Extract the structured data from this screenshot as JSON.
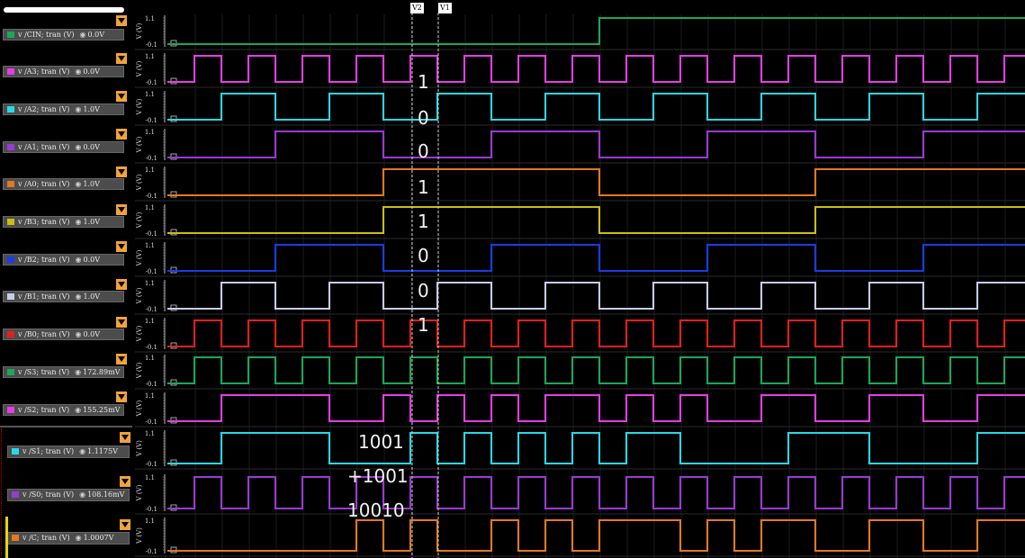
{
  "cursors": {
    "v2": "V2",
    "v1": "V1"
  },
  "axis": {
    "y_top": "1.1",
    "y_bottom": "-0.1",
    "unit": "V (V)"
  },
  "signals": [
    {
      "id": "cin",
      "label": "v /CIN; tran (V)",
      "value": "0.0V",
      "color": "#1aa85a"
    },
    {
      "id": "a3",
      "label": "v /A3; tran (V)",
      "value": "0.0V",
      "color": "#e63ce6"
    },
    {
      "id": "a2",
      "label": "v /A2; tran (V)",
      "value": "1.0V",
      "color": "#29d8e6"
    },
    {
      "id": "a1",
      "label": "v /A1; tran (V)",
      "value": "0.0V",
      "color": "#9a3ad6"
    },
    {
      "id": "a0",
      "label": "v /A0; tran (V)",
      "value": "1.0V",
      "color": "#e6781e"
    },
    {
      "id": "b3",
      "label": "v /B3; tran (V)",
      "value": "1.0V",
      "color": "#c8be14"
    },
    {
      "id": "b2",
      "label": "v /B2; tran (V)",
      "value": "0.0V",
      "color": "#1a3ce6"
    },
    {
      "id": "b1",
      "label": "v /B1; tran (V)",
      "value": "1.0V",
      "color": "#c8cce6"
    },
    {
      "id": "b0",
      "label": "v /B0; tran (V)",
      "value": "0.0V",
      "color": "#e61e1e"
    },
    {
      "id": "s3",
      "label": "v /S3; tran (V)",
      "value": "172.89mV",
      "color": "#1aa85a"
    },
    {
      "id": "s2",
      "label": "v /S2; tran (V)",
      "value": "155.25mV",
      "color": "#e63ce6"
    },
    {
      "id": "s1",
      "label": "v /S1; tran (V)",
      "value": "1.1175V",
      "color": "#29d8e6"
    },
    {
      "id": "s0",
      "label": "v /S0; tran (V)",
      "value": "108.16mV",
      "color": "#9a3ad6"
    },
    {
      "id": "c",
      "label": "v /C; tran (V)",
      "value": "1.0007V",
      "color": "#e6781e"
    }
  ],
  "annotations": {
    "a3_bit": "1",
    "a2_bit": "0",
    "a1_bit": "0",
    "a0_bit": "1",
    "b3_bit": "1",
    "b2_bit": "0",
    "b1_bit": "0",
    "b0_bit": "1",
    "sum_a": "1001",
    "sum_b": "+1001",
    "sum_result": "10010"
  }
}
